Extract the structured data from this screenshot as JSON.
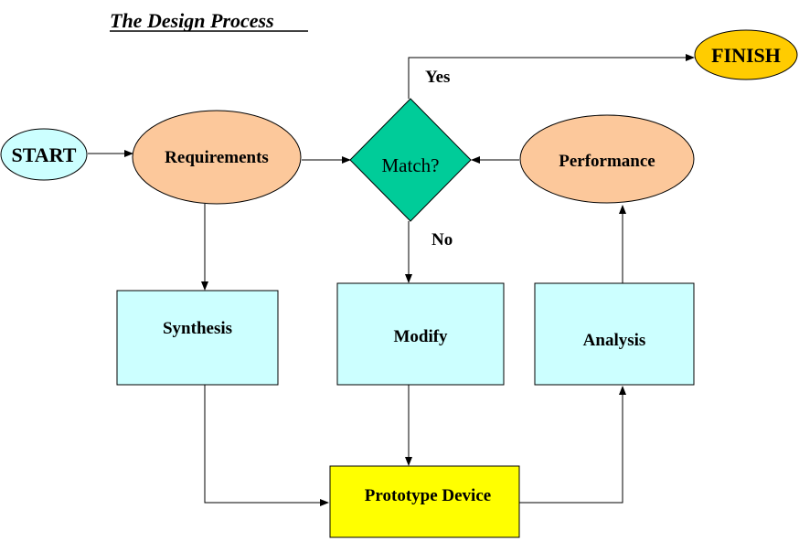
{
  "title": "The Design Process",
  "nodes": {
    "start": "START",
    "finish": "FINISH",
    "requirements": "Requirements",
    "match": "Match?",
    "performance": "Performance",
    "synthesis": "Synthesis",
    "modify": "Modify",
    "analysis": "Analysis",
    "prototype": "Prototype Device"
  },
  "edge_labels": {
    "yes": "Yes",
    "no": "No"
  },
  "colors": {
    "start_fill": "#ccffff",
    "finish_fill": "#ffcc00",
    "ellipse_fill": "#fcc89b",
    "diamond_fill": "#00cc99",
    "box_fill": "#ccffff",
    "prototype_fill": "#ffff00",
    "line": "#000000"
  }
}
